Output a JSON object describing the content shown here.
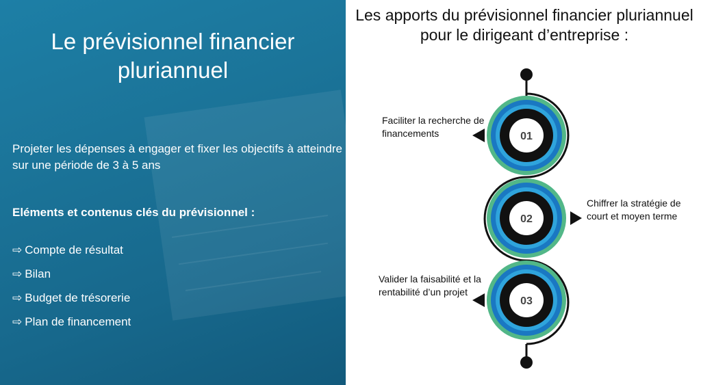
{
  "left": {
    "title": "Le prévisionnel financier pluriannuel",
    "description": "Projeter les dépenses à engager et fixer les objectifs à atteindre sur une période de 3 à 5 ans",
    "elements_heading": "Eléments et contenus clés du prévisionnel :",
    "bullet_glyph": "⇨",
    "items": [
      "Compte de résultat",
      "Bilan",
      "Budget de trésorerie",
      "Plan de financement"
    ]
  },
  "right": {
    "title": "Les apports du prévisionnel financier pluriannuel pour le dirigeant d’entreprise :",
    "steps": [
      {
        "number": "01",
        "text": "Faciliter la recherche de financements"
      },
      {
        "number": "02",
        "text": "Chiffrer la stratégie de court et moyen terme"
      },
      {
        "number": "03",
        "text": "Valider la faisabilité et la rentabilité d’un projet"
      }
    ]
  },
  "colors": {
    "panel": "#1b7499",
    "outer_ring": "#52b788",
    "ring_blue": "#1a78c2",
    "ring_cyan": "#2fa4dc",
    "core": "#111111",
    "line": "#111111"
  }
}
